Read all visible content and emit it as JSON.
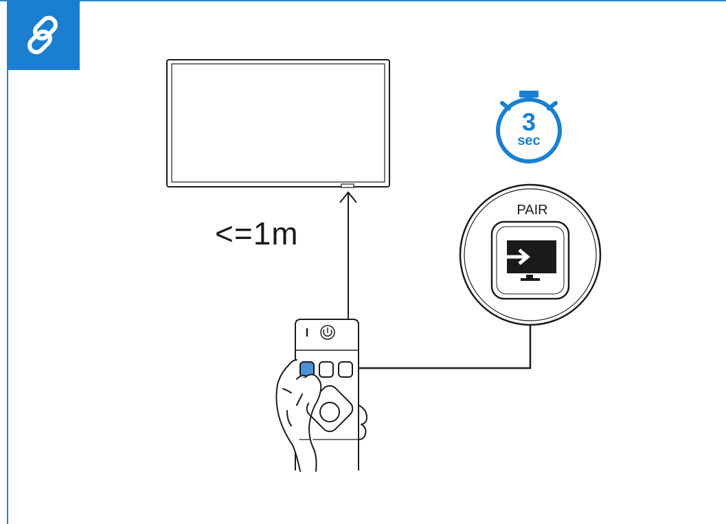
{
  "distance_label": "<=1m",
  "timer": {
    "number": "3",
    "unit": "sec"
  },
  "pair_button": {
    "label": "PAIR"
  },
  "colors": {
    "accent": "#1a7fd0",
    "line": "#1a1a1a",
    "frame": "#1e88d2"
  },
  "icons": {
    "badge": "link-icon",
    "pair": "tv-input-icon",
    "remote_power": "power-icon"
  }
}
